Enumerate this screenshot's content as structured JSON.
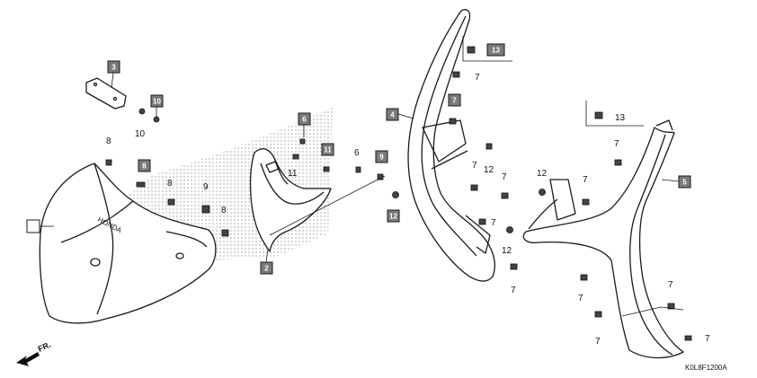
{
  "brand_mark": "HONDA",
  "part_labels": [
    "2",
    "3",
    "4",
    "5",
    "6",
    "7",
    "8",
    "9",
    "10",
    "11",
    "12",
    "13"
  ],
  "callouts": [
    "6",
    "7",
    "8",
    "9",
    "10",
    "11",
    "12"
  ],
  "front_marker": "FR.",
  "diagram_code": "K0L8F1200A"
}
